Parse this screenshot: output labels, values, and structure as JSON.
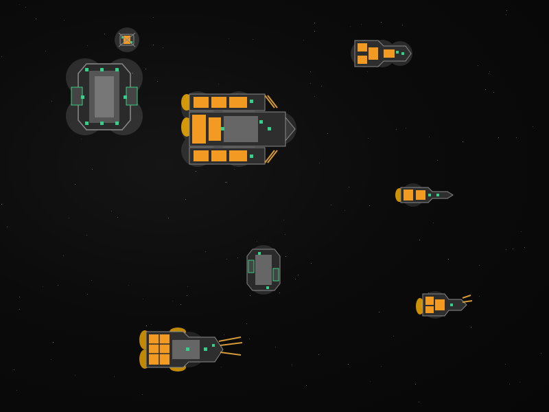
{
  "scene": {
    "background": "#0a0a0a",
    "palette": {
      "hull_orange": "#f29a21",
      "hull_dark": "#3a3a3a",
      "hull_grey": "#8a8a8a",
      "module_green": "#35d08a",
      "thruster_glow": "#ffb300",
      "shield_bubble": "#cfcfcf"
    }
  },
  "ships": [
    {
      "name": "small-drone",
      "kind": "drone"
    },
    {
      "name": "grey-station-large",
      "kind": "station"
    },
    {
      "name": "orange-capital-ship",
      "kind": "capital"
    },
    {
      "name": "orange-frigate-top-right",
      "kind": "frigate"
    },
    {
      "name": "orange-corvette-mid-right",
      "kind": "corvette"
    },
    {
      "name": "grey-station-small",
      "kind": "station"
    },
    {
      "name": "orange-corvette-lower-right",
      "kind": "corvette"
    },
    {
      "name": "orange-cruiser-bottom",
      "kind": "cruiser"
    }
  ]
}
